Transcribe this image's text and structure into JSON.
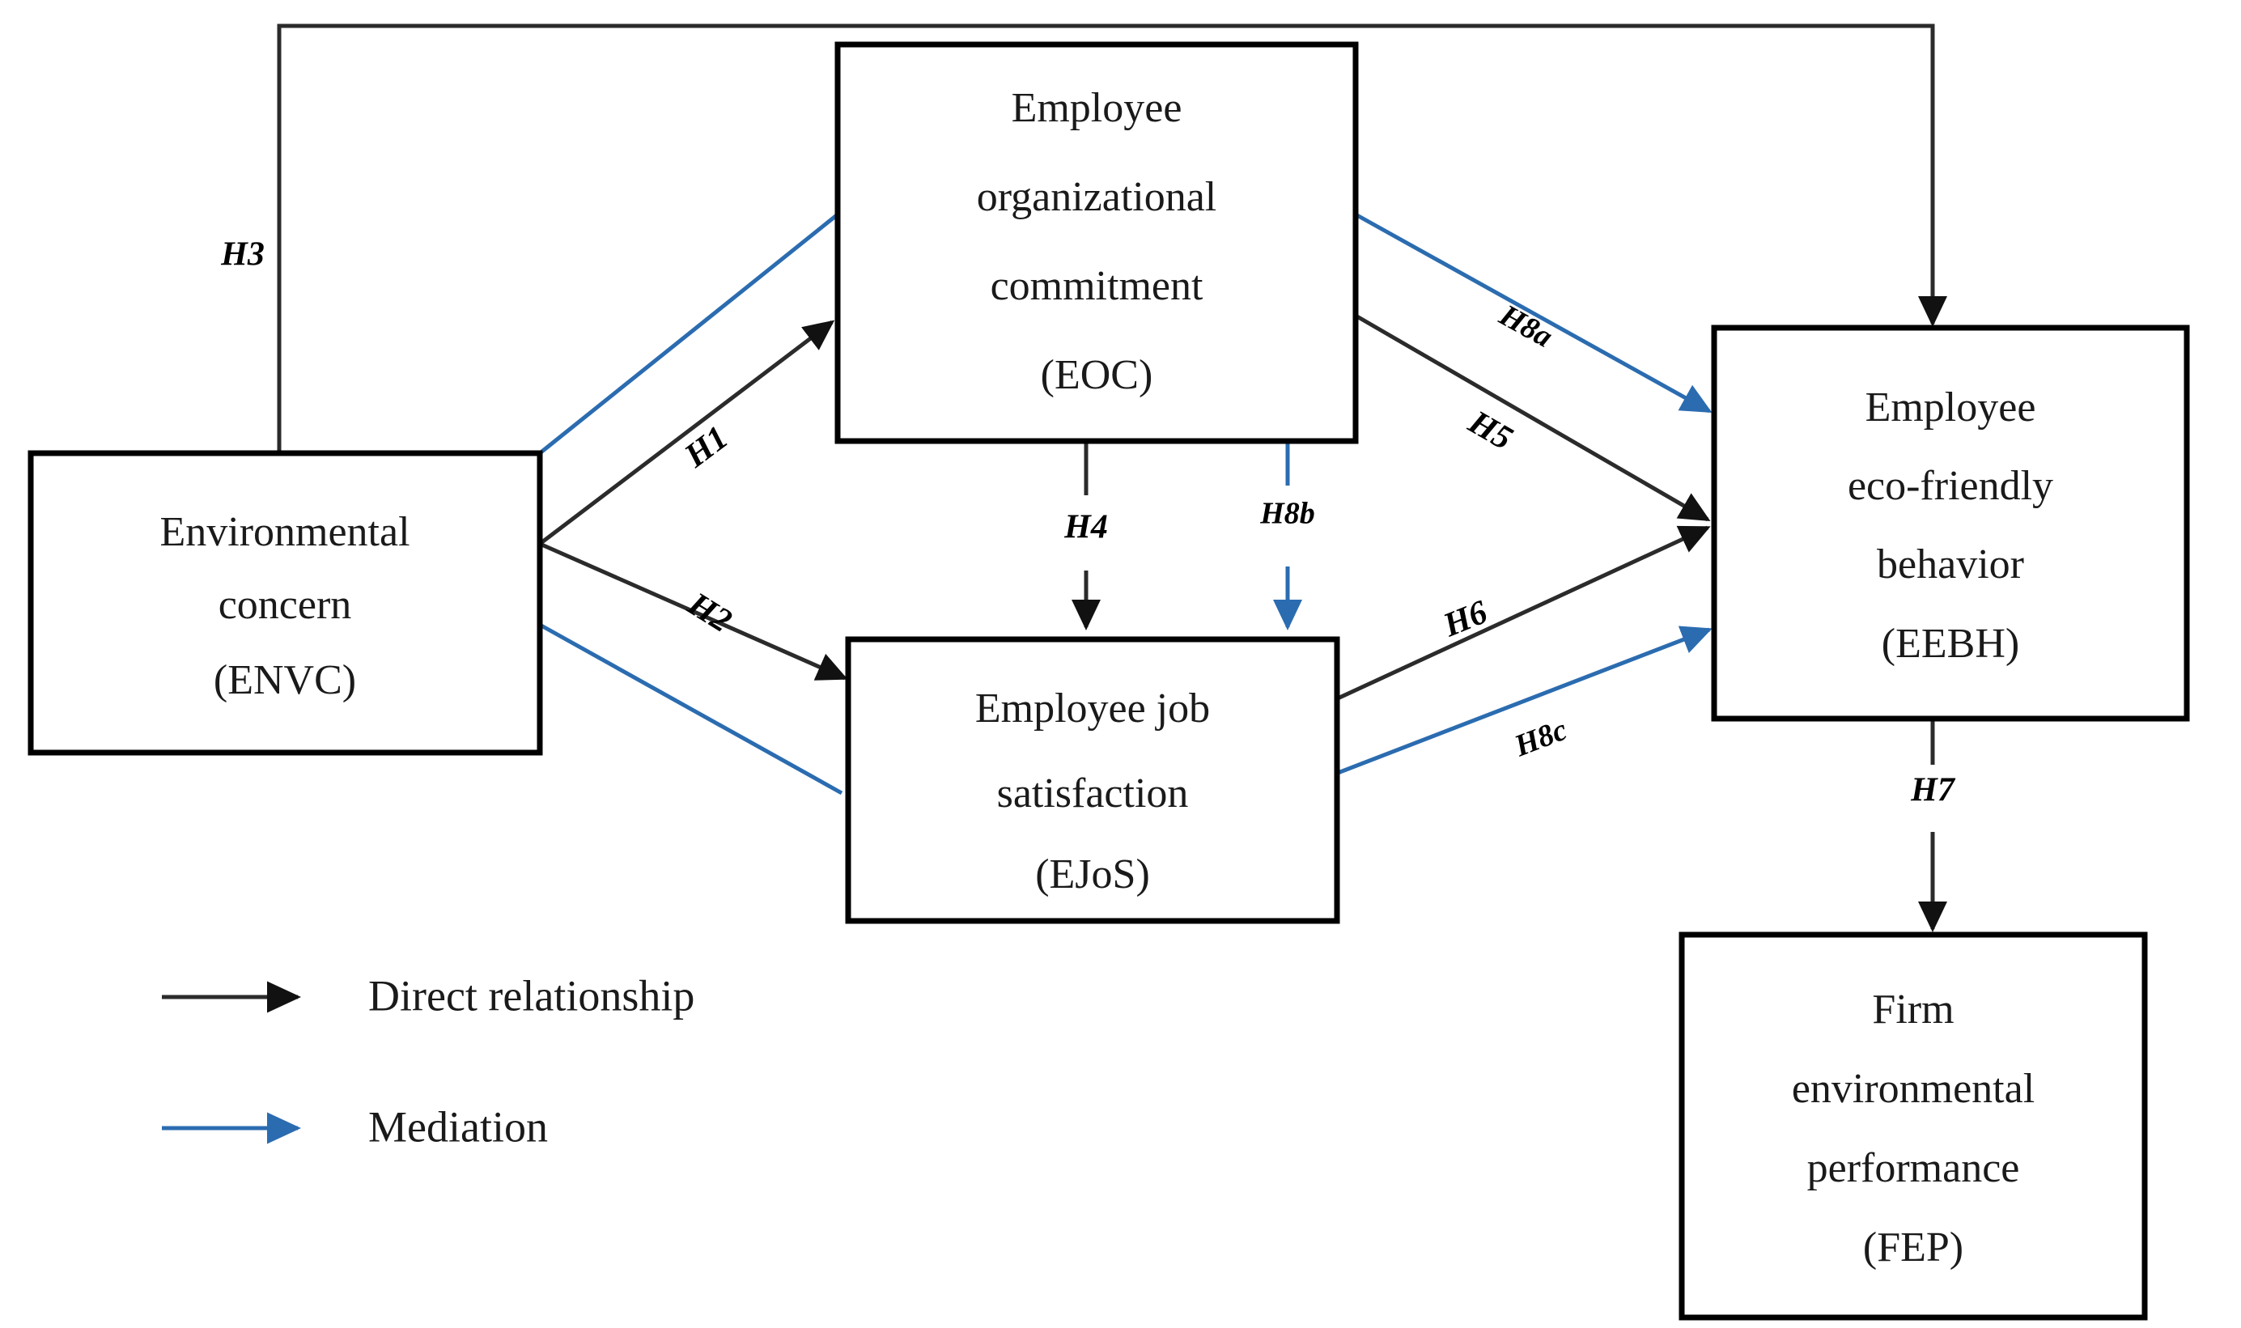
{
  "figure": {
    "type": "conceptual-research-model",
    "background": "#ffffff",
    "colors": {
      "direct": "#2b2b2b",
      "mediation": "#2b6cb0",
      "box_border": "#000000",
      "box_fill": "#ffffff",
      "text": "#1a1a1a"
    }
  },
  "nodes": {
    "envc": {
      "id": "ENVC",
      "lines": [
        "Environmental",
        "concern",
        "(ENVC)"
      ]
    },
    "eoc": {
      "id": "EOC",
      "lines": [
        "Employee",
        "organizational",
        "commitment",
        "(EOC)"
      ]
    },
    "ejos": {
      "id": "EJoS",
      "lines": [
        "Employee job",
        "satisfaction",
        "(EJoS)"
      ]
    },
    "eebh": {
      "id": "EEBH",
      "lines": [
        "Employee",
        "eco-friendly",
        "behavior",
        "(EEBH)"
      ]
    },
    "fep": {
      "id": "FEP",
      "lines": [
        "Firm",
        "environmental",
        "performance",
        "(FEP)"
      ]
    }
  },
  "edges": [
    {
      "id": "h1",
      "label": "H1",
      "from": "ENVC",
      "to": "EOC",
      "kind": "direct"
    },
    {
      "id": "h2",
      "label": "H2",
      "from": "ENVC",
      "to": "EJoS",
      "kind": "direct"
    },
    {
      "id": "h3",
      "label": "H3",
      "from": "ENVC",
      "to": "EEBH",
      "kind": "direct"
    },
    {
      "id": "h4",
      "label": "H4",
      "from": "EOC",
      "to": "EJoS",
      "kind": "direct"
    },
    {
      "id": "h5",
      "label": "H5",
      "from": "EOC",
      "to": "EEBH",
      "kind": "direct"
    },
    {
      "id": "h6",
      "label": "H6",
      "from": "EJoS",
      "to": "EEBH",
      "kind": "direct"
    },
    {
      "id": "h7",
      "label": "H7",
      "from": "EEBH",
      "to": "FEP",
      "kind": "direct"
    },
    {
      "id": "h8a",
      "label": "H8a",
      "from": "ENVC",
      "to": "EEBH",
      "kind": "mediation",
      "via": "EOC"
    },
    {
      "id": "h8b",
      "label": "H8b",
      "from": "EOC",
      "to": "EJoS",
      "kind": "mediation"
    },
    {
      "id": "h8c",
      "label": "H8c",
      "from": "ENVC",
      "to": "EEBH",
      "kind": "mediation",
      "via": "EJoS"
    }
  ],
  "legend": {
    "items": [
      {
        "label": "Direct relationship",
        "kind": "direct",
        "color": "#2b2b2b"
      },
      {
        "label": "Mediation",
        "kind": "mediation",
        "color": "#2b6cb0"
      }
    ]
  }
}
